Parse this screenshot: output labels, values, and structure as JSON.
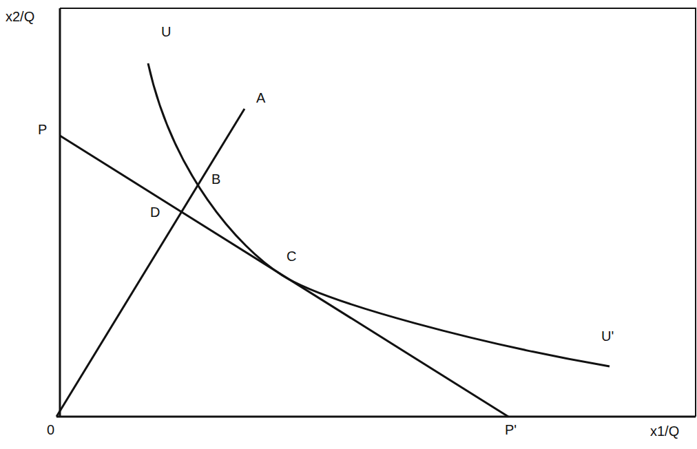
{
  "diagram": {
    "labels": [
      "x2/Q",
      "U",
      "A",
      "P",
      "B",
      "D",
      "C",
      "U'",
      "0",
      "P'",
      "x1/Q"
    ]
  }
}
